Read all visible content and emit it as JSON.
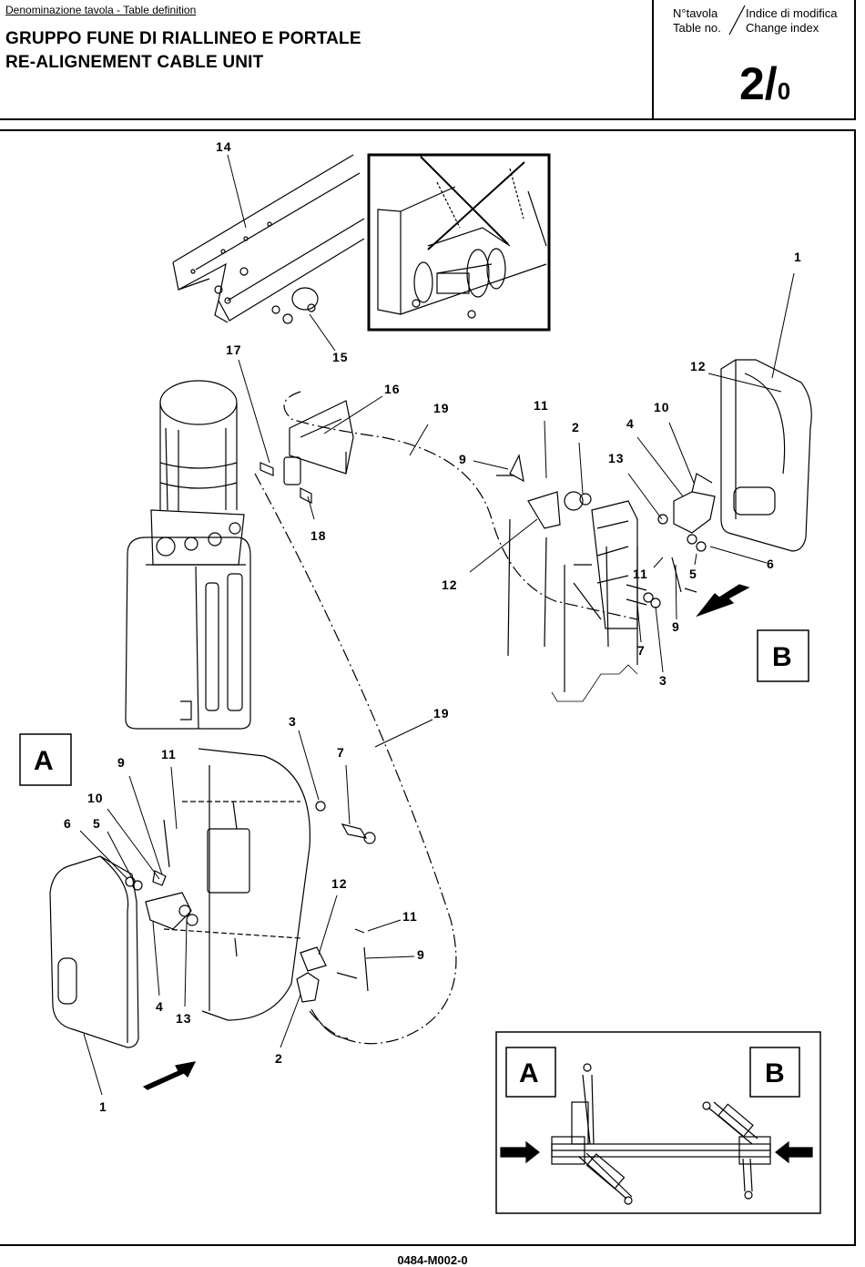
{
  "header": {
    "caption": "Denominazione tavola - Table definition",
    "title_it": "GRUPPO FUNE DI RIALLINEO E PORTALE",
    "title_en": "RE-ALIGNEMENT CABLE UNIT",
    "table_label_it": "N°tavola",
    "table_label_en": "Table no.",
    "change_label_it": "Indice di modifica",
    "change_label_en": "Change index",
    "table_number": "2/",
    "change_index": "0"
  },
  "view_labels": {
    "a": "A",
    "b": "B"
  },
  "callouts": {
    "c14": "14",
    "c15": "15",
    "c17": "17",
    "c16": "16",
    "c19a": "19",
    "c18": "18",
    "c1a": "1",
    "c12a": "12",
    "c11a": "11",
    "c2a": "2",
    "c10a": "10",
    "c4a": "4",
    "c9a": "9",
    "c13a": "13",
    "c12b": "12",
    "c6a": "6",
    "c5a": "5",
    "c11b": "11",
    "c9b": "9",
    "c7a": "7",
    "c3a": "3",
    "c19b": "19",
    "c3b": "3",
    "c7b": "7",
    "c9c": "9",
    "c11c": "11",
    "c10b": "10",
    "c6b": "6",
    "c5b": "5",
    "c12c": "12",
    "c11d": "11",
    "c9d": "9",
    "c4b": "4",
    "c13b": "13",
    "c2b": "2",
    "c1b": "1"
  },
  "footer": {
    "code": "0484-M002-0"
  }
}
